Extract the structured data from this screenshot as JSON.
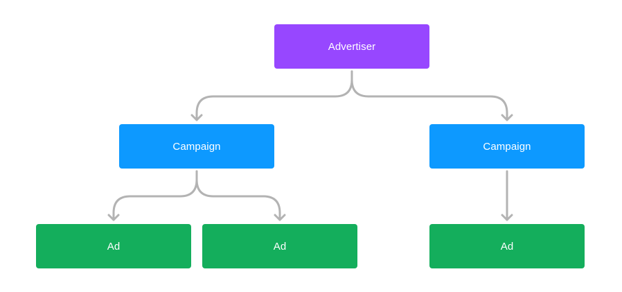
{
  "colors": {
    "advertiser": "#9747FF",
    "campaign": "#0D99FF",
    "ad": "#14AE5C",
    "connector": "#B3B3B3",
    "text": "#FFFFFF"
  },
  "nodes": {
    "advertiser": {
      "label": "Advertiser"
    },
    "campaign_1": {
      "label": "Campaign"
    },
    "campaign_2": {
      "label": "Campaign"
    },
    "ad_1": {
      "label": "Ad"
    },
    "ad_2": {
      "label": "Ad"
    },
    "ad_3": {
      "label": "Ad"
    }
  },
  "edges": [
    {
      "from": "advertiser",
      "to": "campaign_1"
    },
    {
      "from": "advertiser",
      "to": "campaign_2"
    },
    {
      "from": "campaign_1",
      "to": "ad_1"
    },
    {
      "from": "campaign_1",
      "to": "ad_2"
    },
    {
      "from": "campaign_2",
      "to": "ad_3"
    }
  ]
}
